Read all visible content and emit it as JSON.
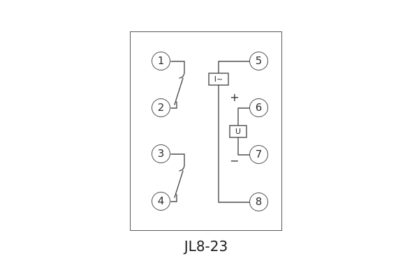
{
  "caption": "JL8-23",
  "colors": {
    "line": "#4d4d4d",
    "frame_border": "#595959",
    "text": "#2f2f2f",
    "background": "#ffffff"
  },
  "terminals": [
    {
      "id": "1"
    },
    {
      "id": "2"
    },
    {
      "id": "3"
    },
    {
      "id": "4"
    },
    {
      "id": "5"
    },
    {
      "id": "6"
    },
    {
      "id": "7"
    },
    {
      "id": "8"
    }
  ],
  "components": {
    "current_element_label": "I~",
    "voltage_element_label": "U",
    "polarity_positive": "+",
    "polarity_negative": "−"
  },
  "connections": [
    {
      "type": "normally-open-contact",
      "between": [
        "1",
        "2"
      ]
    },
    {
      "type": "normally-open-contact",
      "between": [
        "3",
        "4"
      ]
    },
    {
      "type": "current-coil",
      "between": [
        "5",
        "8"
      ]
    },
    {
      "type": "voltage-coil",
      "between": [
        "6",
        "7"
      ],
      "positive_terminal": "6",
      "negative_terminal": "7"
    }
  ]
}
